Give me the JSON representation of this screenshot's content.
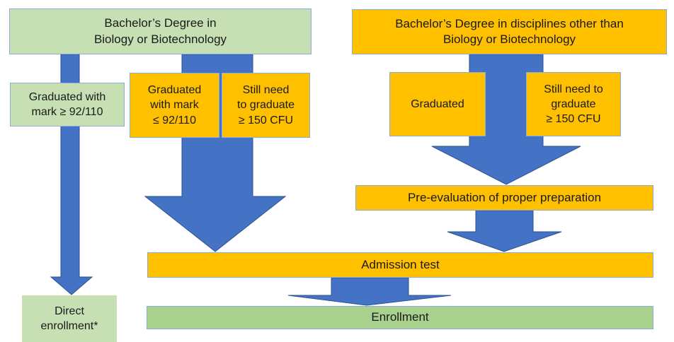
{
  "title": "Master admission flowchart",
  "colors": {
    "arrow_blue": "#4472c4",
    "arrow_outline": "#2f528f",
    "orange": "#ffc000",
    "light_green": "#c6e0b4",
    "medium_green": "#a9d18e",
    "border_blue": "#8faadc",
    "text": "#1a1a1a"
  },
  "nodes": {
    "bachelor_bio": {
      "label": "Bachelor’s Degree in\nBiology or Biotechnology"
    },
    "bachelor_other": {
      "label": "Bachelor’s Degree in disciplines other than\nBiology or Biotechnology"
    },
    "graduated_high": {
      "label": "Graduated with\nmark ≥ 92/110"
    },
    "graduated_low": {
      "label": "Graduated\nwith mark\n≤ 92/110"
    },
    "still_need_left": {
      "label": "Still need\nto graduate\n≥ 150 CFU"
    },
    "graduated_right": {
      "label": "Graduated"
    },
    "still_need_right": {
      "label": "Still need to\ngraduate\n≥ 150 CFU"
    },
    "pre_evaluation": {
      "label": "Pre-evaluation of proper preparation"
    },
    "admission_test": {
      "label": "Admission test"
    },
    "enrollment": {
      "label": "Enrollment"
    },
    "direct_enrollment": {
      "label": "Direct\nenrollment*"
    }
  },
  "arrows": [
    {
      "id": "bio-degree-to-direct-enrollment",
      "from": "bachelor_bio",
      "to": "direct_enrollment"
    },
    {
      "id": "bio-degree-to-admission-test",
      "from": "bachelor_bio",
      "to": "admission_test"
    },
    {
      "id": "other-degree-to-pre-evaluation",
      "from": "bachelor_other",
      "to": "pre_evaluation"
    },
    {
      "id": "pre-evaluation-to-admission-test",
      "from": "pre_evaluation",
      "to": "admission_test"
    },
    {
      "id": "admission-test-to-enrollment",
      "from": "admission_test",
      "to": "enrollment"
    }
  ]
}
